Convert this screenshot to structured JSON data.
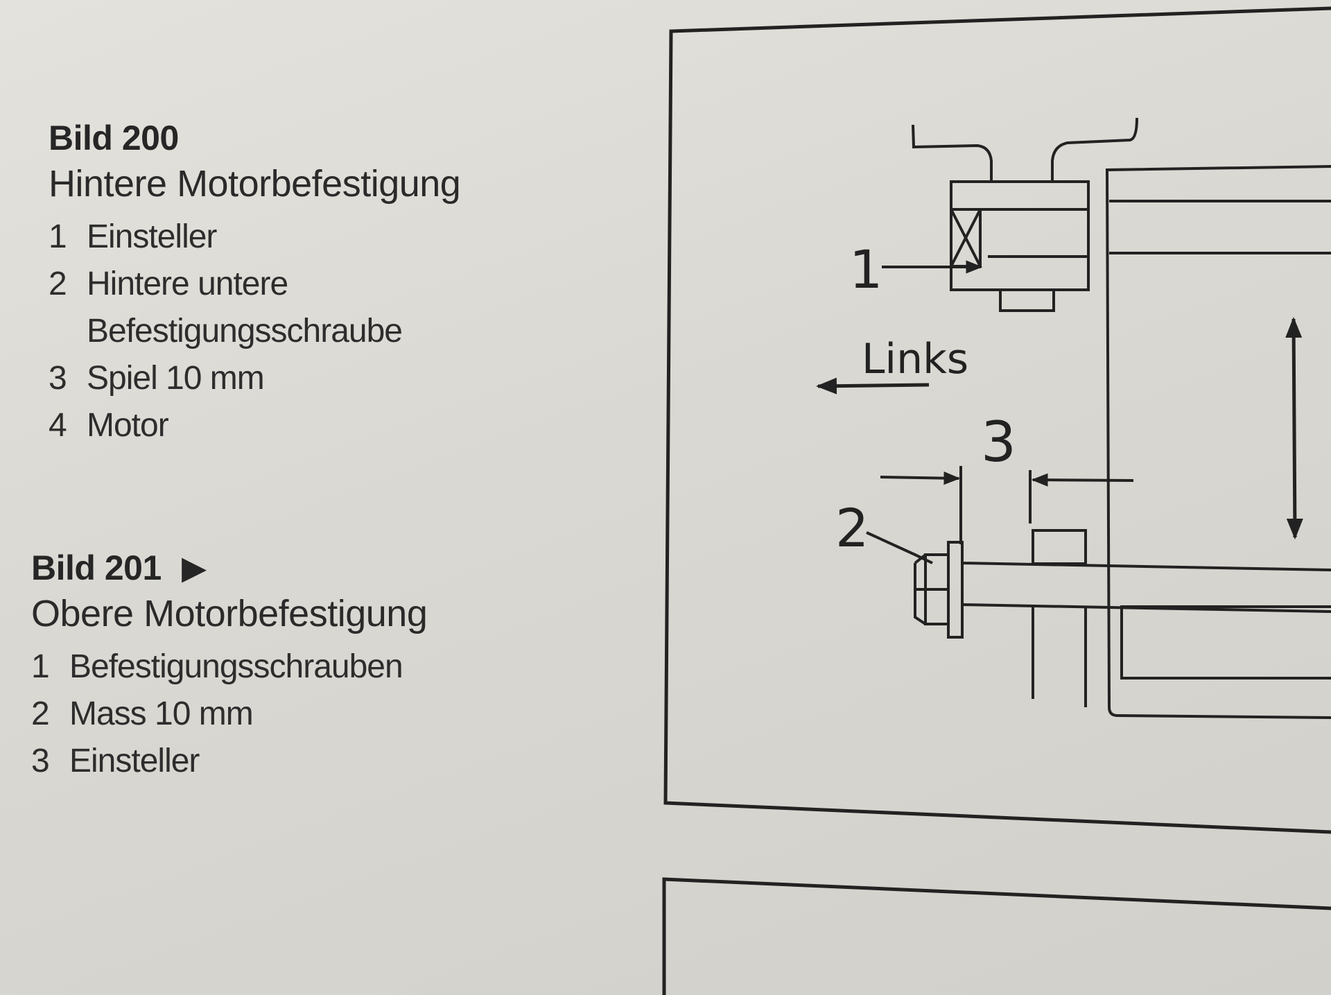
{
  "bild200": {
    "title": "Bild 200",
    "subtitle": "Hintere Motorbefestigung",
    "items": [
      {
        "num": "1",
        "text": "Einsteller"
      },
      {
        "num": "2",
        "text": "Hintere untere",
        "cont": "Befestigungsschraube"
      },
      {
        "num": "3",
        "text": "Spiel 10 mm"
      },
      {
        "num": "4",
        "text": "Motor"
      }
    ]
  },
  "bild201": {
    "title": "Bild 201",
    "marker": "▶",
    "subtitle": "Obere Motorbefestigung",
    "items": [
      {
        "num": "1",
        "text": "Befestigungsschrauben"
      },
      {
        "num": "2",
        "text": "Mass 10 mm"
      },
      {
        "num": "3",
        "text": "Einsteller"
      }
    ]
  },
  "diagram": {
    "label_1": "1",
    "label_2": "2",
    "label_3": "3",
    "direction_label": "Links"
  }
}
